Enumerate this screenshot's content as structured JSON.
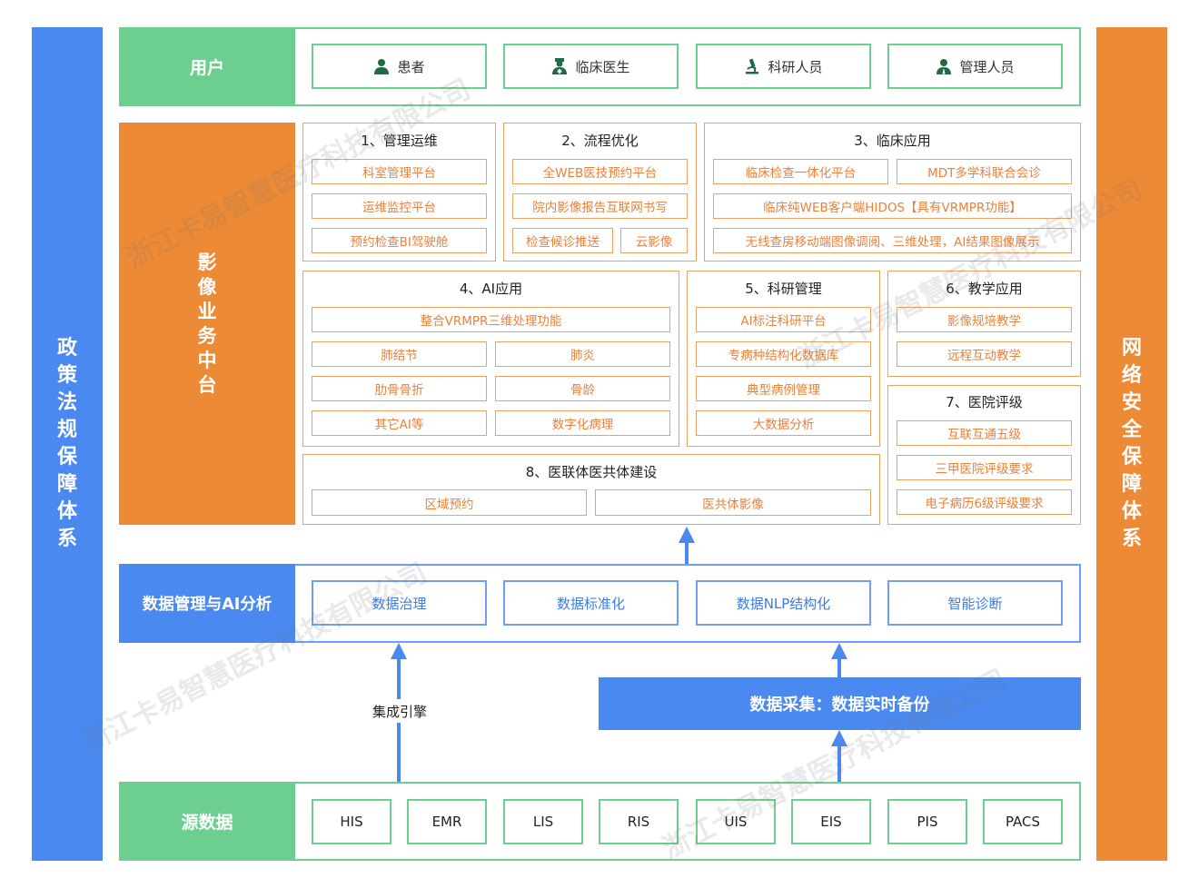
{
  "side_left": [
    "政",
    "策",
    "法",
    "规",
    "保",
    "障",
    "体",
    "系"
  ],
  "side_right": [
    "网",
    "络",
    "安",
    "全",
    "保",
    "障",
    "体",
    "系"
  ],
  "users": {
    "label": "用户",
    "items": [
      "患者",
      "临床医生",
      "科研人员",
      "管理人员"
    ]
  },
  "middle": {
    "label": [
      "影",
      "像",
      "业",
      "务",
      "中",
      "台"
    ],
    "m1": {
      "title": "1、管理运维",
      "items": [
        "科室管理平台",
        "运维监控平台",
        "预约检查BI驾驶舱"
      ]
    },
    "m2": {
      "title": "2、流程优化",
      "items": [
        "全WEB医技预约平台",
        "院内影像报告互联网书写",
        "检查候诊推送",
        "云影像"
      ]
    },
    "m3": {
      "title": "3、临床应用",
      "items": [
        "临床检查一体化平台",
        "MDT多学科联合会诊",
        "临床纯WEB客户端HIDOS【具有VRMPR功能】",
        "无线查房移动端图像调阅、三维处理，AI结果图像展示"
      ]
    },
    "m4": {
      "title": "4、AI应用",
      "items": [
        "整合VRMPR三维处理功能",
        "肺结节",
        "肺炎",
        "肋骨骨折",
        "骨龄",
        "其它AI等",
        "数字化病理"
      ]
    },
    "m5": {
      "title": "5、科研管理",
      "items": [
        "AI标注科研平台",
        "专病种结构化数据库",
        "典型病例管理",
        "大数据分析"
      ]
    },
    "m6": {
      "title": "6、教学应用",
      "items": [
        "影像规培教学",
        "远程互动教学"
      ]
    },
    "m7": {
      "title": "7、医院评级",
      "items": [
        "互联互通五级",
        "三甲医院评级要求",
        "电子病历6级评级要求"
      ]
    },
    "m8": {
      "title": "8、医联体医共体建设",
      "items": [
        "区域预约",
        "医共体影像"
      ]
    }
  },
  "data_mgmt": {
    "label": "数据管理与AI分析",
    "items": [
      "数据治理",
      "数据标准化",
      "数据NLP结构化",
      "智能诊断"
    ]
  },
  "integration_label": "集成引擎",
  "collection_label": "数据采集：数据实时备份",
  "source": {
    "label": "源数据",
    "items": [
      "HIS",
      "EMR",
      "LIS",
      "RIS",
      "UIS",
      "EIS",
      "PIS",
      "PACS"
    ]
  },
  "watermark": "浙江卡易智慧医疗科技有限公司",
  "colors": {
    "blue": "#4a89f0",
    "orange": "#ed8a35",
    "green": "#6ccf8f"
  }
}
